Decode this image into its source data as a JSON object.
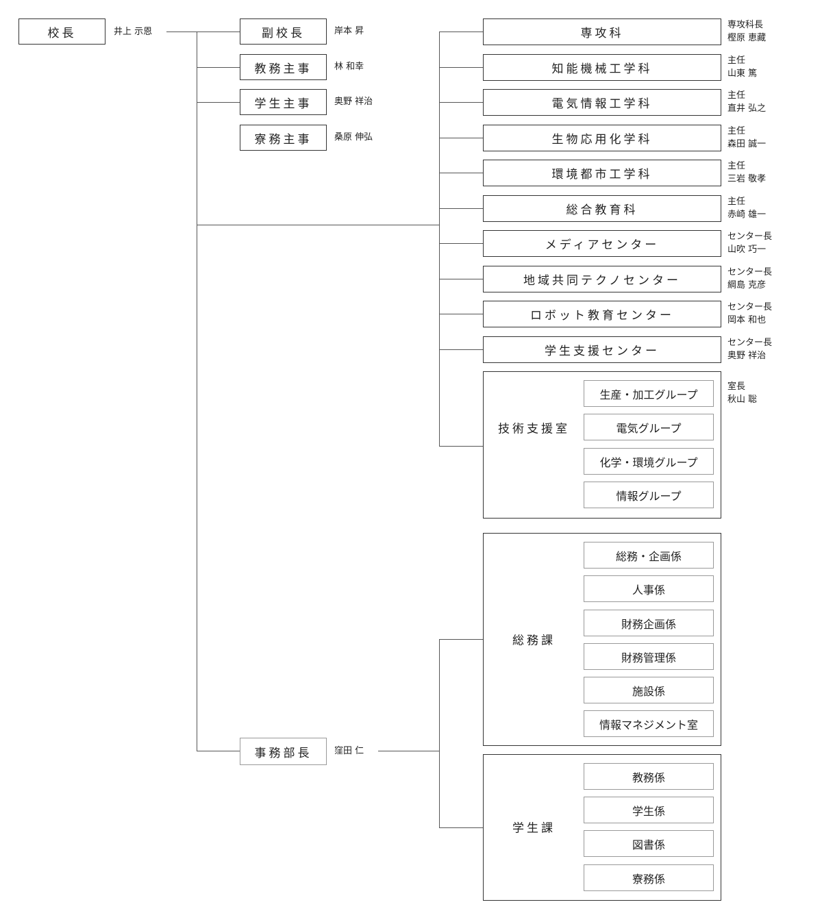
{
  "principal": {
    "title": "校長",
    "name": "井上 示恩"
  },
  "staff": [
    {
      "title": "副校長",
      "name": "岸本 昇"
    },
    {
      "title": "教務主事",
      "name": "林 和幸"
    },
    {
      "title": "学生主事",
      "name": "奥野 祥治"
    },
    {
      "title": "寮務主事",
      "name": "桑原 伸弘"
    }
  ],
  "departments": [
    {
      "title": "専攻科",
      "role": "専攻科長",
      "name": "樫原 恵藏"
    },
    {
      "title": "知能機械工学科",
      "role": "主任",
      "name": "山東 篤"
    },
    {
      "title": "電気情報工学科",
      "role": "主任",
      "name": "直井 弘之"
    },
    {
      "title": "生物応用化学科",
      "role": "主任",
      "name": "森田 誠一"
    },
    {
      "title": "環境都市工学科",
      "role": "主任",
      "name": "三岩 敬孝"
    },
    {
      "title": "総合教育科",
      "role": "主任",
      "name": "赤崎 雄一"
    },
    {
      "title": "メディアセンター",
      "role": "センター長",
      "name": "山吹 巧一"
    },
    {
      "title": "地域共同テクノセンター",
      "role": "センター長",
      "name": "綱島 克彦"
    },
    {
      "title": "ロボット教育センター",
      "role": "センター長",
      "name": "岡本 和也"
    },
    {
      "title": "学生支援センター",
      "role": "センター長",
      "name": "奥野 祥治"
    }
  ],
  "tech_support": {
    "title": "技術支援室",
    "role": "室長",
    "name": "秋山 聡",
    "groups": [
      "生産・加工グループ",
      "電気グループ",
      "化学・環境グループ",
      "情報グループ"
    ]
  },
  "admin": {
    "title": "事務部長",
    "name": "窪田 仁",
    "sections": [
      {
        "title": "総務課",
        "units": [
          "総務・企画係",
          "人事係",
          "財務企画係",
          "財務管理係",
          "施設係",
          "情報マネジメント室"
        ]
      },
      {
        "title": "学生課",
        "units": [
          "教務係",
          "学生係",
          "図書係",
          "寮務係"
        ]
      }
    ]
  }
}
